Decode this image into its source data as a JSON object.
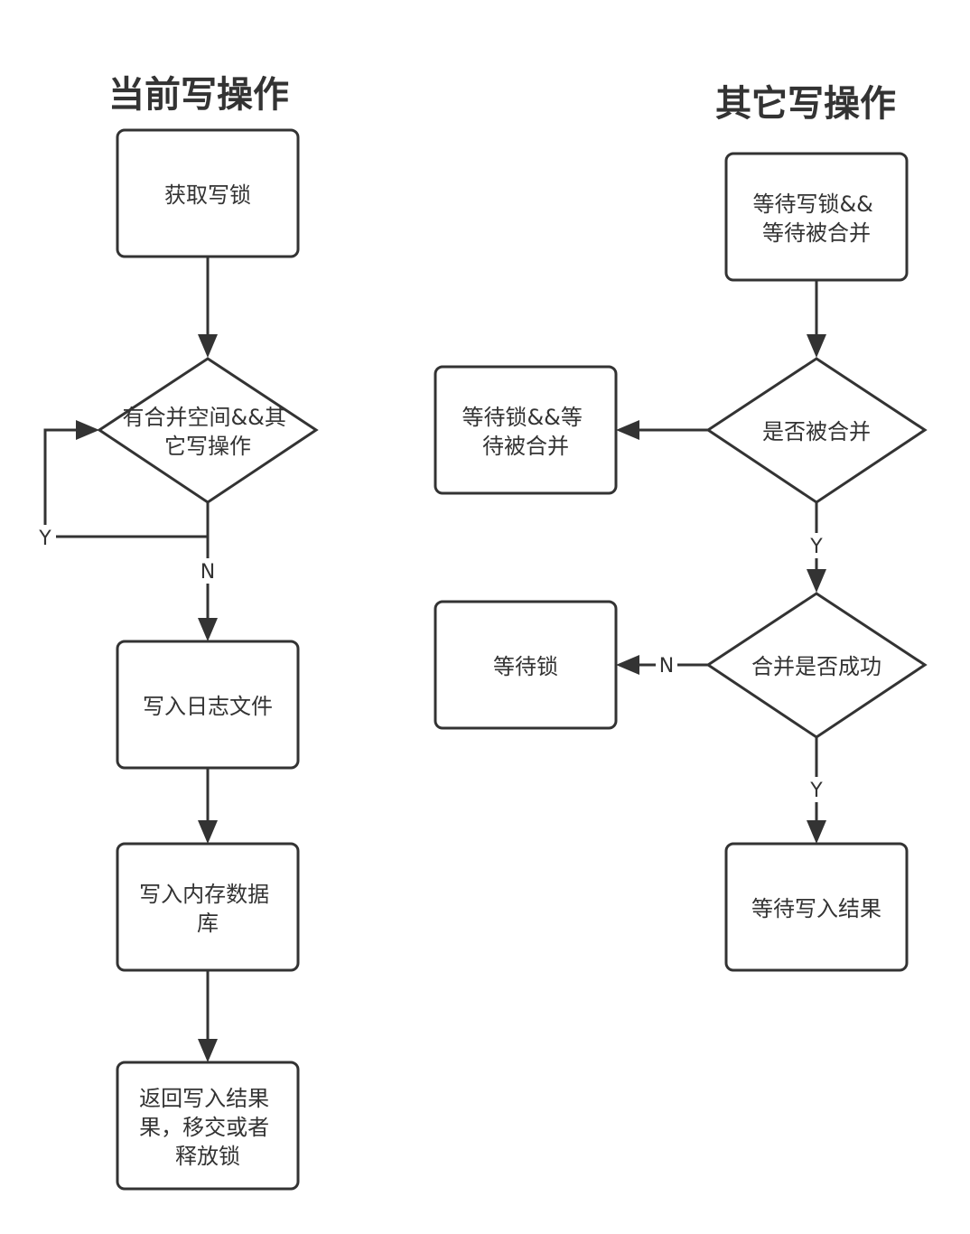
{
  "titles": {
    "left": "当前写操作",
    "right": "其它写操作"
  },
  "left_flow": {
    "acquire_lock": [
      "获取写锁"
    ],
    "merge_check": [
      "有合并空间&&其",
      "它写操作"
    ],
    "write_log": [
      "写入日志文件"
    ],
    "write_memdb": [
      "写入内存数据",
      "库"
    ],
    "return_result": [
      "返回写入结果",
      "果，移交或者",
      "释放锁"
    ]
  },
  "right_flow": {
    "wait_lock_merge": [
      "等待写锁&&",
      "等待被合并"
    ],
    "is_merged": [
      "是否被合并"
    ],
    "wait_lock_merge_alt": [
      "等待锁&&等",
      "待被合并"
    ],
    "merge_success": [
      "合并是否成功"
    ],
    "wait_lock": [
      "等待锁"
    ],
    "wait_result": [
      "等待写入结果"
    ]
  },
  "edge_labels": {
    "loop_yes": "Y",
    "to_write_log_no": "N",
    "merged_yes": "Y",
    "merge_fail_no": "N",
    "merge_success_yes": "Y"
  }
}
